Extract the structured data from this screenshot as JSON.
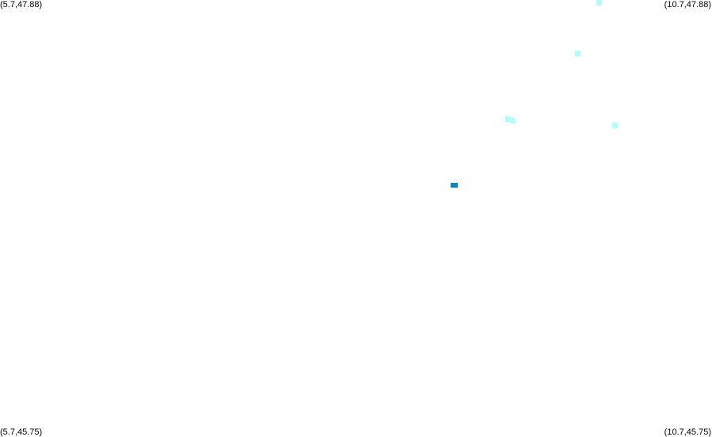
{
  "corners": {
    "top_left": "(5.7,47.88)",
    "top_right": "(10.7,47.88)",
    "bottom_left": "(5.7,45.75)",
    "bottom_right": "(10.7,45.75)"
  },
  "bounds": {
    "lon_min": 5.7,
    "lon_max": 10.7,
    "lat_min": 45.75,
    "lat_max": 47.88
  },
  "colors": {
    "background": "#ffffff",
    "low": "#b3fdfd",
    "high": "#0c86c8"
  },
  "chart_data": {
    "type": "heatmap",
    "points": [
      {
        "lon": 9.91,
        "lat": 47.87,
        "level": "low"
      },
      {
        "lon": 9.76,
        "lat": 47.62,
        "level": "low"
      },
      {
        "lon": 9.27,
        "lat": 47.3,
        "level": "low"
      },
      {
        "lon": 9.3,
        "lat": 47.29,
        "level": "low"
      },
      {
        "lon": 10.02,
        "lat": 47.27,
        "level": "low"
      },
      {
        "lon": 8.89,
        "lat": 46.97,
        "level": "high"
      }
    ]
  }
}
